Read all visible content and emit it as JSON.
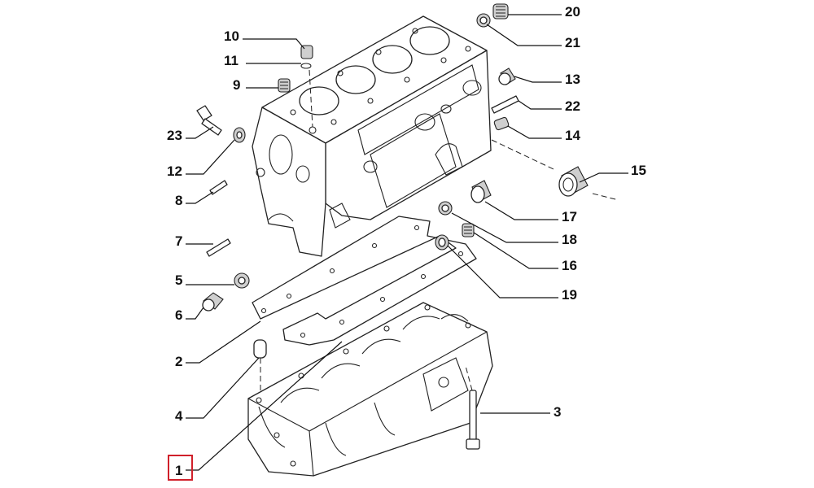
{
  "diagram": {
    "labels": [
      "1",
      "2",
      "3",
      "4",
      "5",
      "6",
      "7",
      "8",
      "9",
      "10",
      "11",
      "12",
      "13",
      "14",
      "15",
      "16",
      "17",
      "18",
      "19",
      "20",
      "21",
      "22",
      "23"
    ],
    "highlighted_label": "1",
    "colors": {
      "line": "#222222",
      "highlight": "#d0202a",
      "background": "#ffffff"
    }
  }
}
